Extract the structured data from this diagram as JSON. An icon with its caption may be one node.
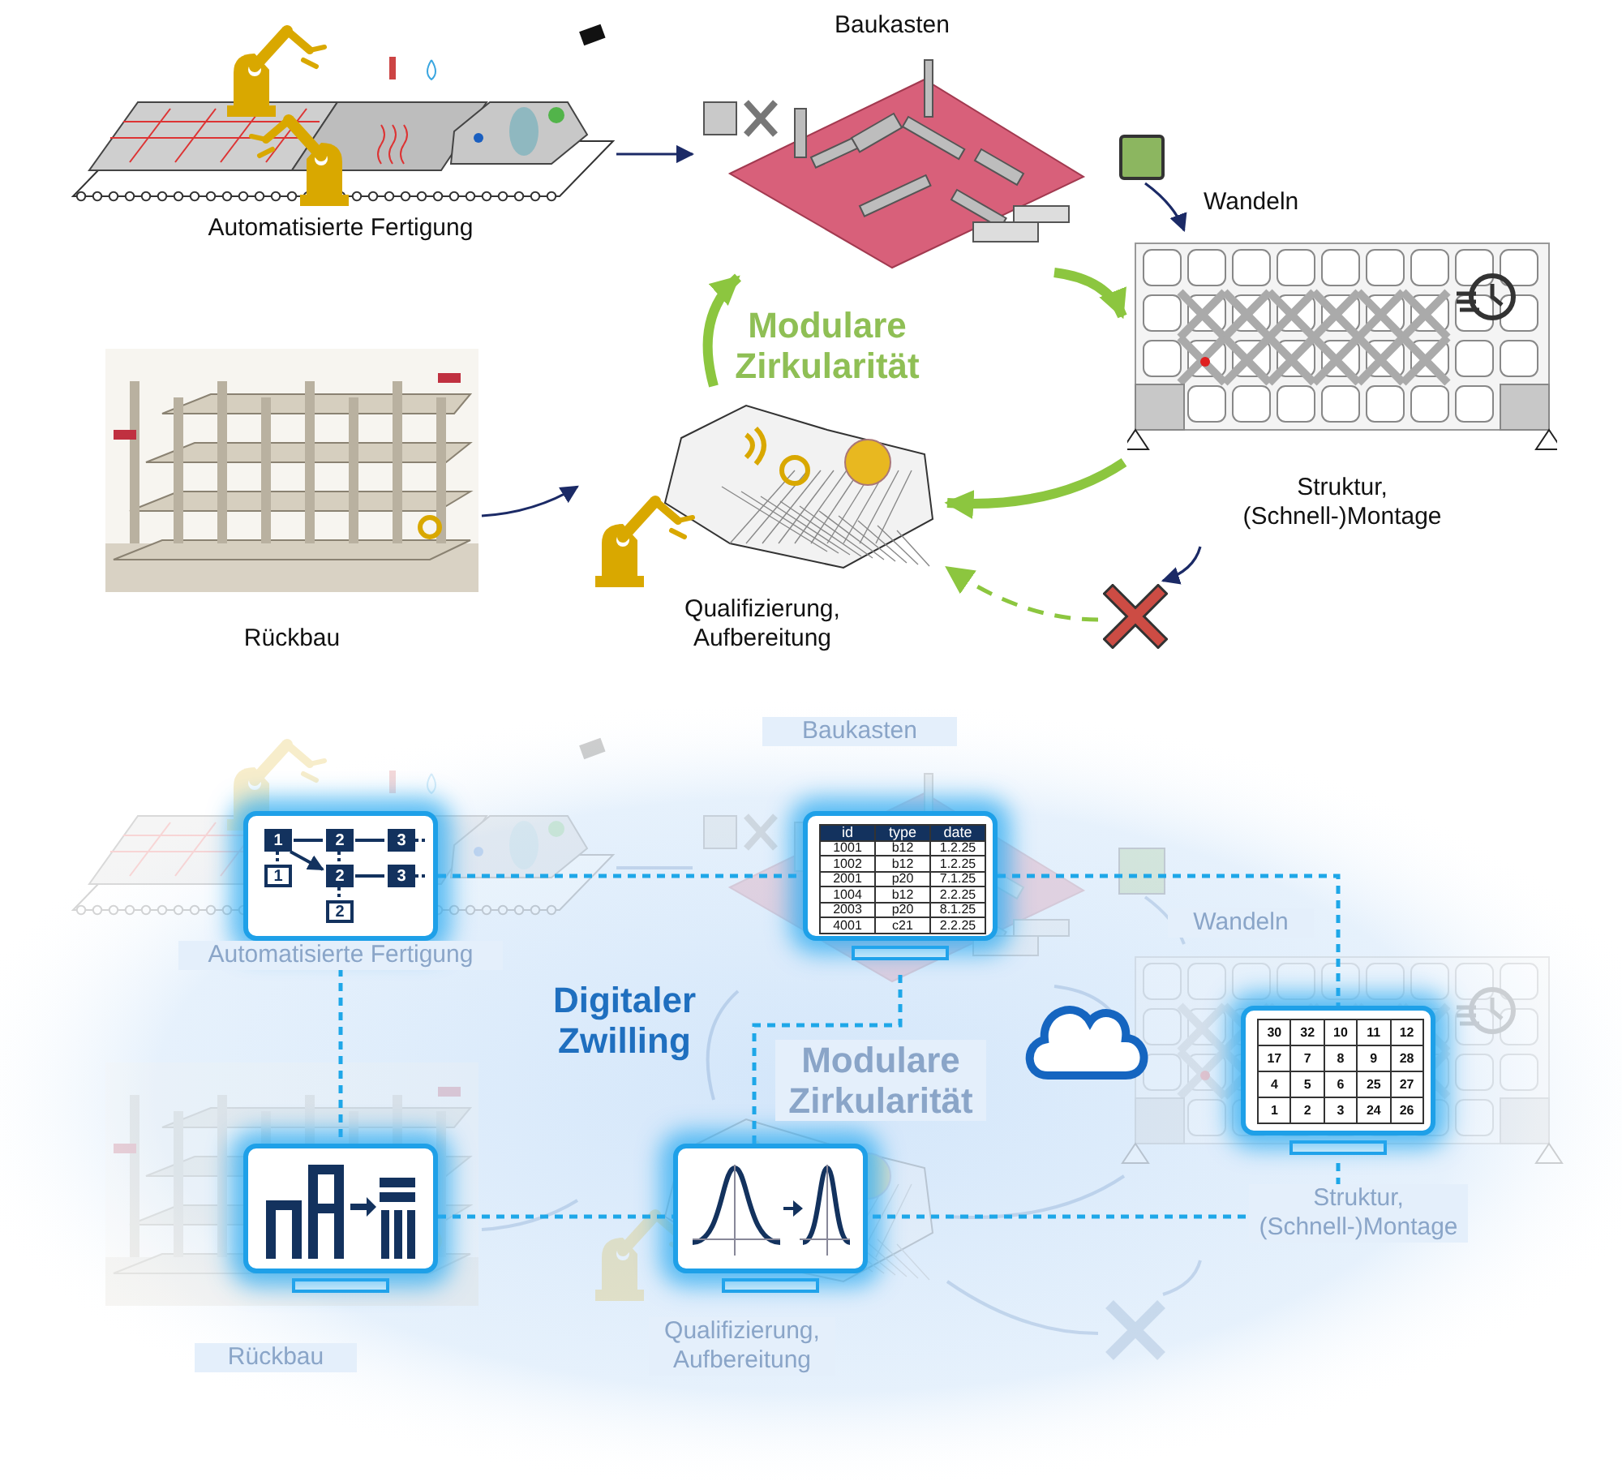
{
  "diagram": {
    "nodes": [
      {
        "text": [
          "Automatisierte Fertigung"
        ]
      },
      {
        "text": [
          "Baukasten"
        ]
      },
      {
        "text": [],
        "shape": "box"
      },
      {
        "text": [
          "Struktur, (Schnell-)Montage"
        ]
      },
      {
        "text": [
          "Rückbau"
        ]
      },
      {
        "text": [
          "Qualifizierung, Aufbereitung"
        ]
      },
      {
        "text": [],
        "shape": "cross"
      },
      {
        "text": [
          "1",
          "2",
          "3",
          "1",
          "2",
          "3",
          "2"
        ]
      },
      {
        "text": [
          "id",
          "type",
          "date",
          "1001",
          "b12",
          "1.2.25",
          "1002",
          "b12",
          "1.2.25",
          "2001",
          "p20",
          "7.1.25",
          "1004",
          "b12",
          "2.2.25",
          "2003",
          "p20",
          "8.1.25",
          "4001",
          "c21",
          "2.2.25"
        ]
      },
      {
        "text": [],
        "shape": "cloud"
      },
      {
        "text": [
          "30",
          "32",
          "10",
          "11",
          "12",
          "17",
          "7",
          "8",
          "9",
          "28",
          "4",
          "5",
          "6",
          "25",
          "27",
          "1",
          "2",
          "3",
          "24",
          "26"
        ]
      },
      {
        "text": [],
        "shape": "monitor"
      },
      {
        "text": [],
        "shape": "monitor"
      }
    ],
    "edges": [
      {
        "from": 0,
        "to": 1,
        "arrow": "to",
        "color": "#1b2a66"
      },
      {
        "from": 1,
        "to": 3,
        "arrow": "to",
        "style": "thick",
        "color": "#8cc63f"
      },
      {
        "from": 2,
        "to": 3,
        "arrow": "to",
        "label": "Wandeln",
        "color": "#1b2a66"
      },
      {
        "from": 3,
        "to": 5,
        "arrow": "to",
        "style": "thick",
        "color": "#8cc63f"
      },
      {
        "from": 3,
        "to": 6,
        "arrow": "to",
        "color": "#1b2a66"
      },
      {
        "from": 6,
        "to": 5,
        "arrow": "to",
        "style": "dashed",
        "color": "#8cc63f"
      },
      {
        "from": 5,
        "to": 1,
        "arrow": "to",
        "style": "thick",
        "color": "#8cc63f"
      },
      {
        "from": 4,
        "to": 5,
        "arrow": "to",
        "color": "#1b2a66"
      },
      {
        "from": 7,
        "to": 8,
        "arrow": "none",
        "style": "dashed",
        "color": "#1ea7e8"
      },
      {
        "from": 8,
        "to": 10,
        "arrow": "none",
        "style": "dashed",
        "color": "#1ea7e8"
      },
      {
        "from": 7,
        "to": 11,
        "arrow": "none",
        "style": "dashed",
        "color": "#1ea7e8"
      },
      {
        "from": 12,
        "to": 8,
        "arrow": "none",
        "style": "dashed",
        "color": "#1ea7e8"
      },
      {
        "from": 10,
        "to": 12,
        "arrow": "none",
        "style": "dashed",
        "color": "#1ea7e8"
      },
      {
        "from": 11,
        "to": 12,
        "arrow": "none",
        "style": "dashed",
        "color": "#1ea7e8"
      }
    ],
    "labels": [
      "Modulare Zirkularität",
      "Baukasten",
      "Wandeln",
      "Automatisierte Fertigung",
      "Digitaler Zwilling",
      "Modulare Zirkularität",
      "Struktur, (Schnell-)Montage",
      "Qualifizierung, Aufbereitung",
      "Rückbau"
    ]
  }
}
